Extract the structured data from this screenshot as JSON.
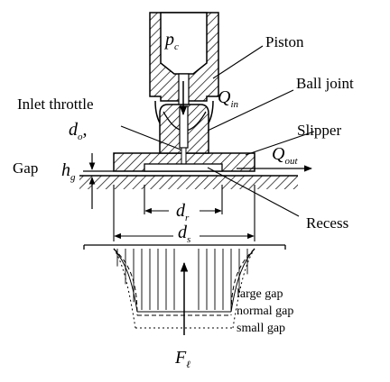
{
  "labels": {
    "piston": "Piston",
    "ball_joint": "Ball joint",
    "inlet_throttle": "Inlet throttle",
    "slipper": "Slipper",
    "gap": "Gap",
    "recess": "Recess",
    "large_gap": "large gap",
    "normal_gap": "normal gap",
    "small_gap": "small gap"
  },
  "symbols": {
    "pc": {
      "base": "p",
      "sub": "c"
    },
    "qin": {
      "base": "Q",
      "sub": "in"
    },
    "do": {
      "base": "d",
      "sub": "o",
      "suffix": ","
    },
    "qout": {
      "base": "Q",
      "sub": "out"
    },
    "hg": {
      "base": "h",
      "sub": "g"
    },
    "dr": {
      "base": "d",
      "sub": "r"
    },
    "ds": {
      "base": "d",
      "sub": "s"
    },
    "fl": {
      "base": "F",
      "sub": "ℓ"
    }
  },
  "colors": {
    "ink": "#000000",
    "hatch": "#000000",
    "background": "#ffffff"
  }
}
